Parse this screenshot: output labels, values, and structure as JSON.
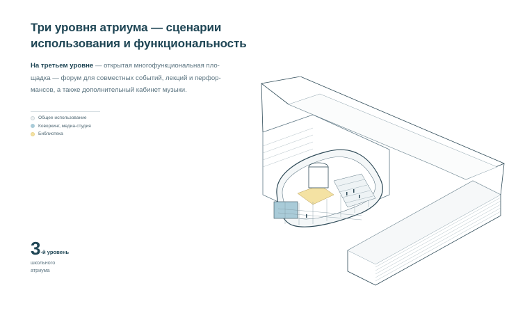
{
  "title": {
    "line1": "Три уровня атриума — сценарии",
    "line2": "использования и функциональность"
  },
  "lead": {
    "highlight": "На третьем уровне",
    "line1_rest": " — открытая многофункциональная пло-",
    "line2": "щадка — форум для совместных событий, лекций и перфор-",
    "line3": "мансов, а также дополнительный кабинет музыки."
  },
  "legend": [
    {
      "label": "Общее использование",
      "color": "#eef1f2",
      "border": "#c9d3d7"
    },
    {
      "label": "Коворкинг, медиа-студия",
      "color": "#a9cbd8",
      "border": "#a9cbd8"
    },
    {
      "label": "Библиотека",
      "color": "#f4e2a3",
      "border": "#e8d28a"
    }
  ],
  "level": {
    "number": "3",
    "suffix": "-й уровень",
    "sub1": "школьного",
    "sub2": "атриума"
  },
  "colors": {
    "title": "#1f4655",
    "text": "#5b7480",
    "line": "#2f4b58",
    "accent_blue": "#a9cbd8",
    "accent_yellow": "#f4e2a3"
  }
}
